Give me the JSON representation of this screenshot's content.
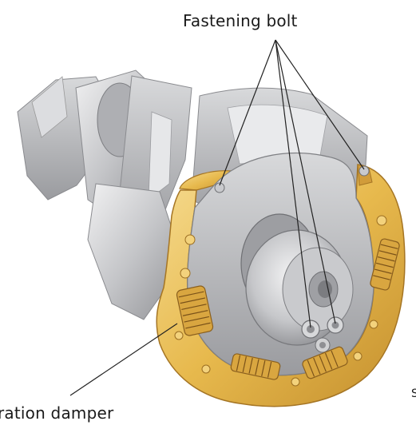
{
  "labels": {
    "fastening_bolt": "Fastening bolt",
    "vibration_damper": "ration damper",
    "edge_mark": "S"
  },
  "colors": {
    "steel_light": "#e4e4e6",
    "steel_mid": "#b9babd",
    "steel_dark": "#8d8e92",
    "damper_gold": "#e7b94d",
    "damper_gold_light": "#f6dc92",
    "damper_gold_dark": "#b9862a",
    "spring_brown": "#a8782a",
    "leader_line": "#222222"
  }
}
